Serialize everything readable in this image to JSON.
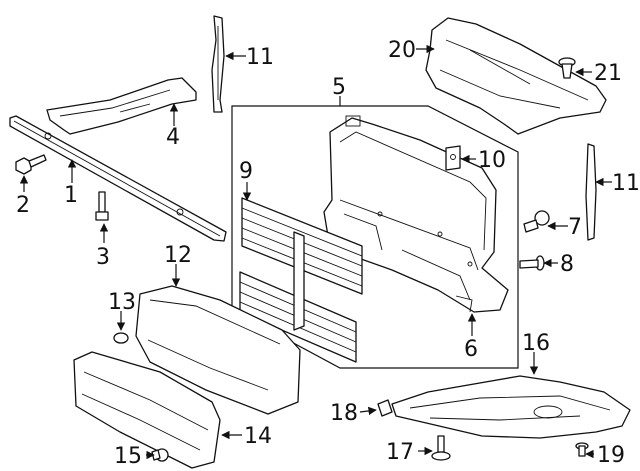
{
  "diagram": {
    "callouts": [
      {
        "id": "c1",
        "label": "1"
      },
      {
        "id": "c2",
        "label": "2"
      },
      {
        "id": "c3",
        "label": "3"
      },
      {
        "id": "c4",
        "label": "4"
      },
      {
        "id": "c5",
        "label": "5"
      },
      {
        "id": "c6",
        "label": "6"
      },
      {
        "id": "c7",
        "label": "7"
      },
      {
        "id": "c8",
        "label": "8"
      },
      {
        "id": "c9",
        "label": "9"
      },
      {
        "id": "c10",
        "label": "10"
      },
      {
        "id": "c11a",
        "label": "11"
      },
      {
        "id": "c11b",
        "label": "11"
      },
      {
        "id": "c12",
        "label": "12"
      },
      {
        "id": "c13",
        "label": "13"
      },
      {
        "id": "c14",
        "label": "14"
      },
      {
        "id": "c15",
        "label": "15"
      },
      {
        "id": "c16",
        "label": "16"
      },
      {
        "id": "c17",
        "label": "17"
      },
      {
        "id": "c18",
        "label": "18"
      },
      {
        "id": "c19",
        "label": "19"
      },
      {
        "id": "c20",
        "label": "20"
      },
      {
        "id": "c21",
        "label": "21"
      }
    ]
  }
}
